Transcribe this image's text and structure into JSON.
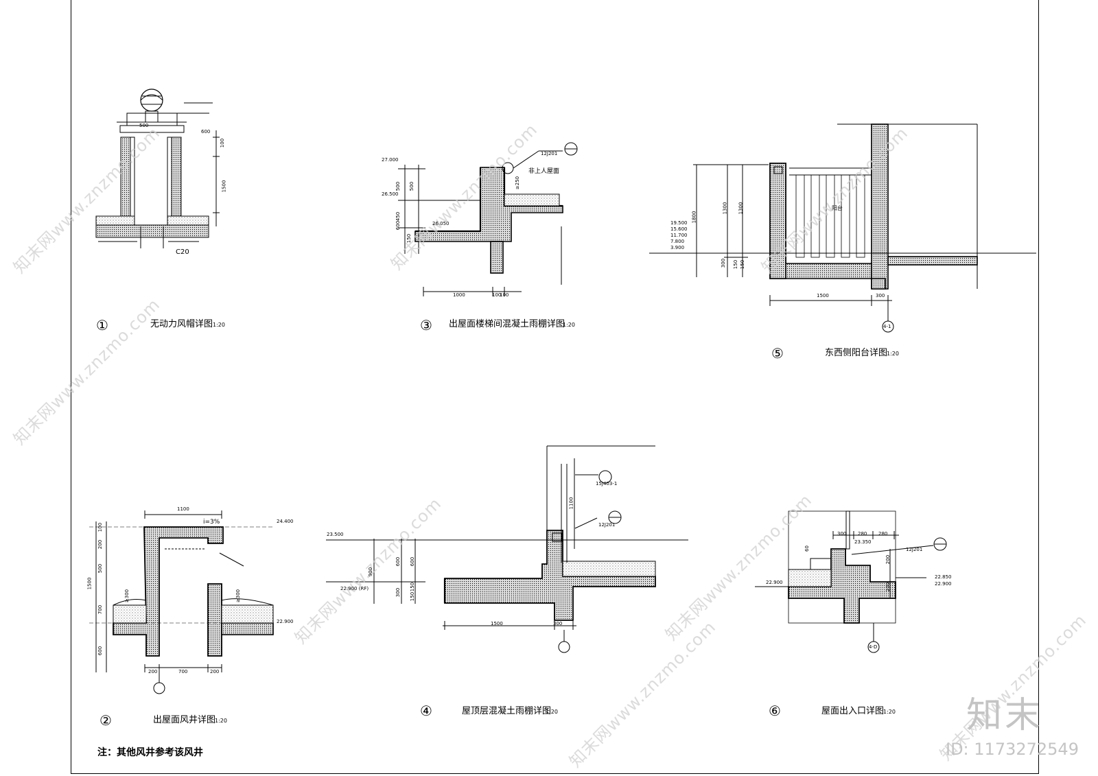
{
  "watermark": {
    "site": "知末网www.znzmo.com",
    "logo": "知末",
    "id_label": "ID: 1173272549"
  },
  "note": "注：其他风井参考该风井",
  "details": [
    {
      "no": "1",
      "title": "无动力风帽详图",
      "scale": "1:20"
    },
    {
      "no": "2",
      "title": "出屋面风井详图",
      "scale": "1:20"
    },
    {
      "no": "3",
      "title": "出屋面楼梯间混凝土雨棚详图",
      "scale": "1:20"
    },
    {
      "no": "4",
      "title": "屋顶层混凝土雨棚详图",
      "scale": "1:20"
    },
    {
      "no": "5",
      "title": "东西侧阳台详图",
      "scale": "1:20"
    },
    {
      "no": "6",
      "title": "屋面出入口详图",
      "scale": "1:20"
    }
  ],
  "circled": [
    "①",
    "②",
    "③",
    "④",
    "⑤",
    "⑥"
  ],
  "d1": {
    "c20": "C20",
    "dims": [
      "500",
      "1500",
      "100",
      "600"
    ]
  },
  "d2": {
    "top": "1100",
    "slope": "i=3%",
    "elev_top": "24.400",
    "elev_bot": "22.900",
    "left_dims": [
      "100",
      "200",
      "500",
      "1500",
      "700",
      "600"
    ],
    "bottom_dims": [
      "200",
      "700",
      "200"
    ],
    "h300a": "≥300",
    "h300b": "≥300"
  },
  "d3": {
    "elevs": [
      "27.000",
      "26.500",
      "26.050"
    ],
    "left_dims": [
      "500",
      "450",
      "600",
      "150",
      "500"
    ],
    "bottom_dims": [
      "1000",
      "100",
      "100"
    ],
    "ref": "12J201",
    "label": "非上人屋面",
    "h250": "≥250"
  },
  "d4": {
    "elevs": [
      "23.500",
      "22.900 (RF)"
    ],
    "left_dims": [
      "900",
      "600",
      "300",
      "600",
      "150",
      "150"
    ],
    "bottom_dims": [
      "1500",
      "300"
    ],
    "top_dim": "1100",
    "ref1": "15J403-1",
    "ref2": "12J201"
  },
  "d5": {
    "elevs": [
      "19.500",
      "15.600",
      "11.700",
      "7.800",
      "3.900"
    ],
    "left_dims": [
      "1800",
      "1300",
      "1300",
      "300",
      "150",
      "150"
    ],
    "bottom_dims": [
      "1500",
      "300"
    ],
    "label": "阳台",
    "axis": "4-1"
  },
  "d6": {
    "dims_top": [
      "300",
      "280",
      "280"
    ],
    "elev": [
      "23.350",
      "22.850",
      "22.900",
      "22.900"
    ],
    "ref": "12J201",
    "left": "60",
    "right": [
      "200",
      "200"
    ],
    "axis": "4-D"
  }
}
